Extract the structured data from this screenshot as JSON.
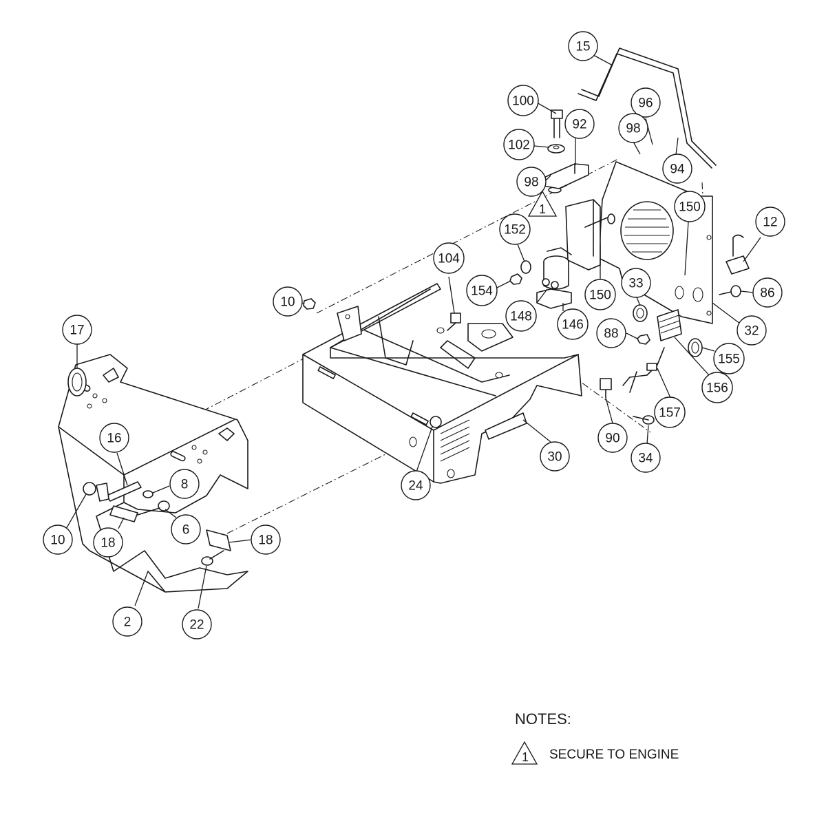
{
  "balloons": [
    "15",
    "100",
    "96",
    "92",
    "98",
    "102",
    "94",
    "98",
    "1",
    "150",
    "152",
    "12",
    "104",
    "154",
    "33",
    "10",
    "148",
    "146",
    "150",
    "86",
    "32",
    "88",
    "155",
    "17",
    "156",
    "157",
    "90",
    "30",
    "16",
    "8",
    "24",
    "34",
    "10",
    "6",
    "18",
    "18",
    "2",
    "22"
  ],
  "notes": {
    "title": "NOTES:",
    "items": [
      {
        "marker": "1",
        "text": "SECURE TO ENGINE"
      }
    ]
  },
  "colors": {
    "line": "#1a1a1a",
    "background": "#ffffff"
  }
}
